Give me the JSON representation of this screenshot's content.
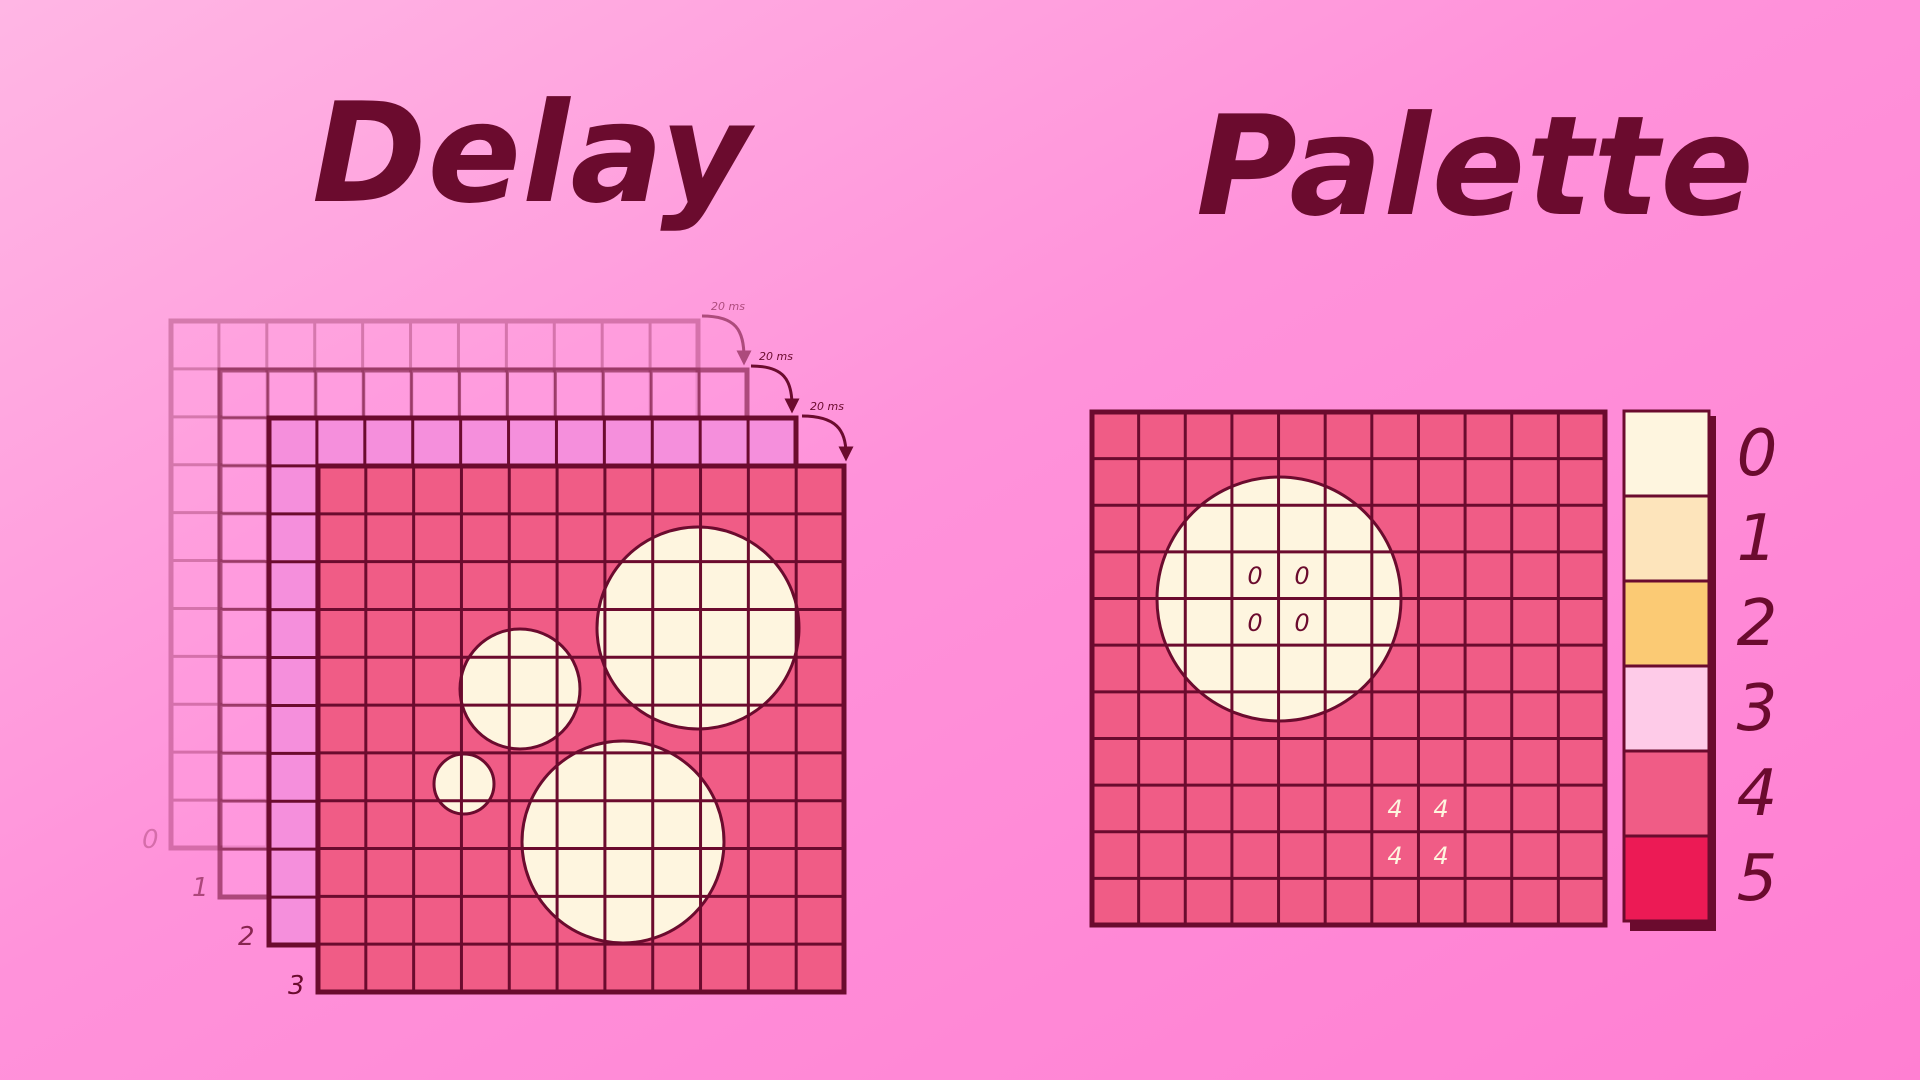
{
  "delay": {
    "title": "Delay",
    "frame_labels": [
      "0",
      "1",
      "2",
      "3"
    ],
    "delay_labels": [
      "20 ms",
      "20 ms",
      "20 ms"
    ]
  },
  "palette": {
    "title": "Palette",
    "grid_labels_circle": [
      "0",
      "0",
      "0",
      "0"
    ],
    "grid_labels_bg": [
      "4",
      "4",
      "4",
      "4"
    ],
    "indices": [
      "0",
      "1",
      "2",
      "3",
      "4",
      "5"
    ],
    "colors": [
      "#fef5df",
      "#fde4bb",
      "#fbca74",
      "#fecbe8",
      "#f05c86",
      "#ec1a55"
    ]
  },
  "colors": {
    "outline": "#6b0b2e",
    "cell_bg": "#f05c86",
    "cell_fg": "#fef5df",
    "ghost_fill": "#ff9be0"
  }
}
